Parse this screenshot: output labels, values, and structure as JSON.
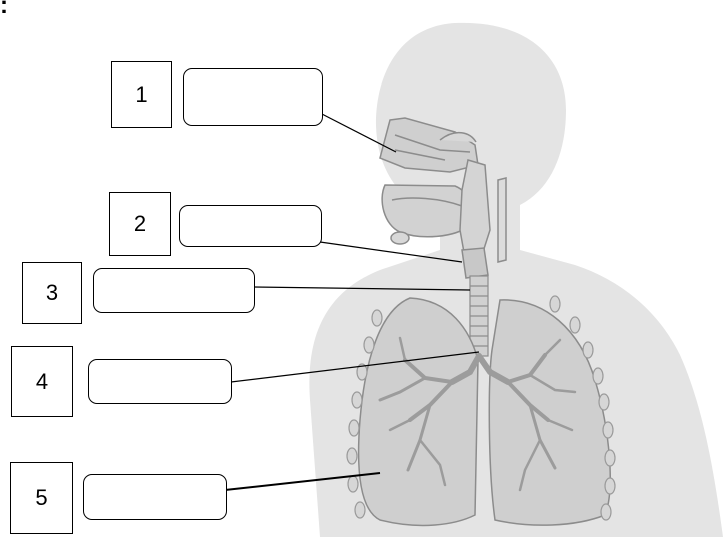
{
  "partial_heading": ":",
  "labels": [
    {
      "number": "1",
      "answer": ""
    },
    {
      "number": "2",
      "answer": ""
    },
    {
      "number": "3",
      "answer": ""
    },
    {
      "number": "4",
      "answer": ""
    },
    {
      "number": "5",
      "answer": ""
    }
  ],
  "colors": {
    "silhouette": "#e4e4e4",
    "organ_fill": "#cfcfcf",
    "organ_stroke": "#8c8c8c",
    "bronchi": "#9c9c9c",
    "ribs": "#9a9a9a",
    "leader_line": "#000000"
  }
}
